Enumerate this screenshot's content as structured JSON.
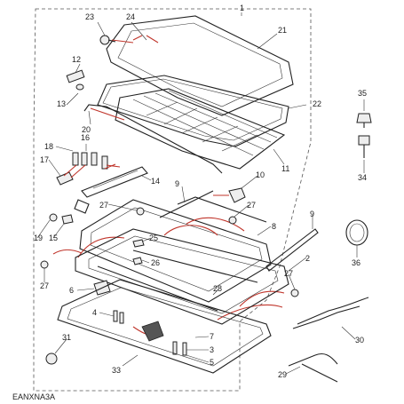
{
  "diagram": {
    "figure_code": "EANXNA3A",
    "callouts": [
      {
        "id": "c1",
        "text": "1"
      },
      {
        "id": "c21",
        "text": "21"
      },
      {
        "id": "c22",
        "text": "22"
      },
      {
        "id": "c23",
        "text": "23"
      },
      {
        "id": "c24",
        "text": "24"
      },
      {
        "id": "c12",
        "text": "12"
      },
      {
        "id": "c13",
        "text": "13"
      },
      {
        "id": "c20",
        "text": "20"
      },
      {
        "id": "c11",
        "text": "11"
      },
      {
        "id": "c35",
        "text": "35"
      },
      {
        "id": "c34",
        "text": "34"
      },
      {
        "id": "c18",
        "text": "18"
      },
      {
        "id": "c16",
        "text": "16"
      },
      {
        "id": "c17",
        "text": "17"
      },
      {
        "id": "c14",
        "text": "14"
      },
      {
        "id": "c10",
        "text": "10"
      },
      {
        "id": "c9a",
        "text": "9"
      },
      {
        "id": "c27a",
        "text": "27"
      },
      {
        "id": "c27b",
        "text": "27"
      },
      {
        "id": "c8",
        "text": "8"
      },
      {
        "id": "c9b",
        "text": "9"
      },
      {
        "id": "c19",
        "text": "19"
      },
      {
        "id": "c15",
        "text": "15"
      },
      {
        "id": "c25",
        "text": "25"
      },
      {
        "id": "c36",
        "text": "36"
      },
      {
        "id": "c2",
        "text": "2"
      },
      {
        "id": "c26",
        "text": "26"
      },
      {
        "id": "c27c",
        "text": "27"
      },
      {
        "id": "c27d",
        "text": "27"
      },
      {
        "id": "c28",
        "text": "28"
      },
      {
        "id": "c6",
        "text": "6"
      },
      {
        "id": "c4",
        "text": "4"
      },
      {
        "id": "c7",
        "text": "7"
      },
      {
        "id": "c3",
        "text": "3"
      },
      {
        "id": "c5",
        "text": "5"
      },
      {
        "id": "c30",
        "text": "30"
      },
      {
        "id": "c31",
        "text": "31"
      },
      {
        "id": "c33",
        "text": "33"
      },
      {
        "id": "c29",
        "text": "29"
      }
    ]
  }
}
